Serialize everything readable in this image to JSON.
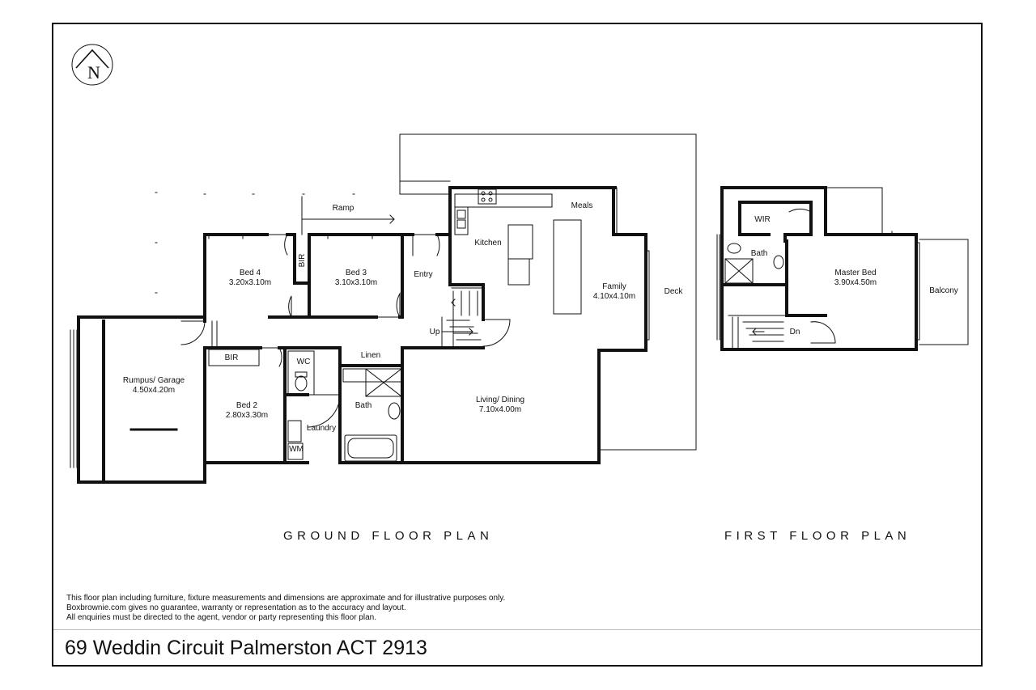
{
  "compass": {
    "letter": "N"
  },
  "ground_floor": {
    "title": "GROUND FLOOR PLAN",
    "rooms": {
      "ramp": "Ramp",
      "bed4": {
        "name": "Bed 4",
        "dims": "3.20x3.10m"
      },
      "bir_top": "BIR",
      "bed3": {
        "name": "Bed 3",
        "dims": "3.10x3.10m"
      },
      "entry": "Entry",
      "kitchen": "Kitchen",
      "meals": "Meals",
      "family": {
        "name": "Family",
        "dims": "4.10x4.10m"
      },
      "deck": "Deck",
      "up": "Up",
      "rumpus": {
        "name": "Rumpus/ Garage",
        "dims": "4.50x4.20m"
      },
      "bir_bottom": "BIR",
      "wc": "WC",
      "linen": "Linen",
      "bed2": {
        "name": "Bed 2",
        "dims": "2.80x3.30m"
      },
      "bath": "Bath",
      "laundry": "Laundry",
      "wm": "WM",
      "living": {
        "name": "Living/ Dining",
        "dims": "7.10x4.00m"
      }
    }
  },
  "first_floor": {
    "title": "FIRST FLOOR PLAN",
    "rooms": {
      "wir": "WIR",
      "bath": "Bath",
      "master": {
        "name": "Master Bed",
        "dims": "3.90x4.50m"
      },
      "balcony": "Balcony",
      "dn": "Dn"
    }
  },
  "disclaimer": [
    "This floor plan including furniture, fixture measurements and dimensions are approximate and for illustrative purposes only.",
    "Boxbrownie.com gives no guarantee, warranty or representation as to the accuracy and layout.",
    "All enquiries must be directed to the agent, vendor or party representing this floor plan."
  ],
  "address": "69 Weddin Circuit Palmerston ACT 2913"
}
